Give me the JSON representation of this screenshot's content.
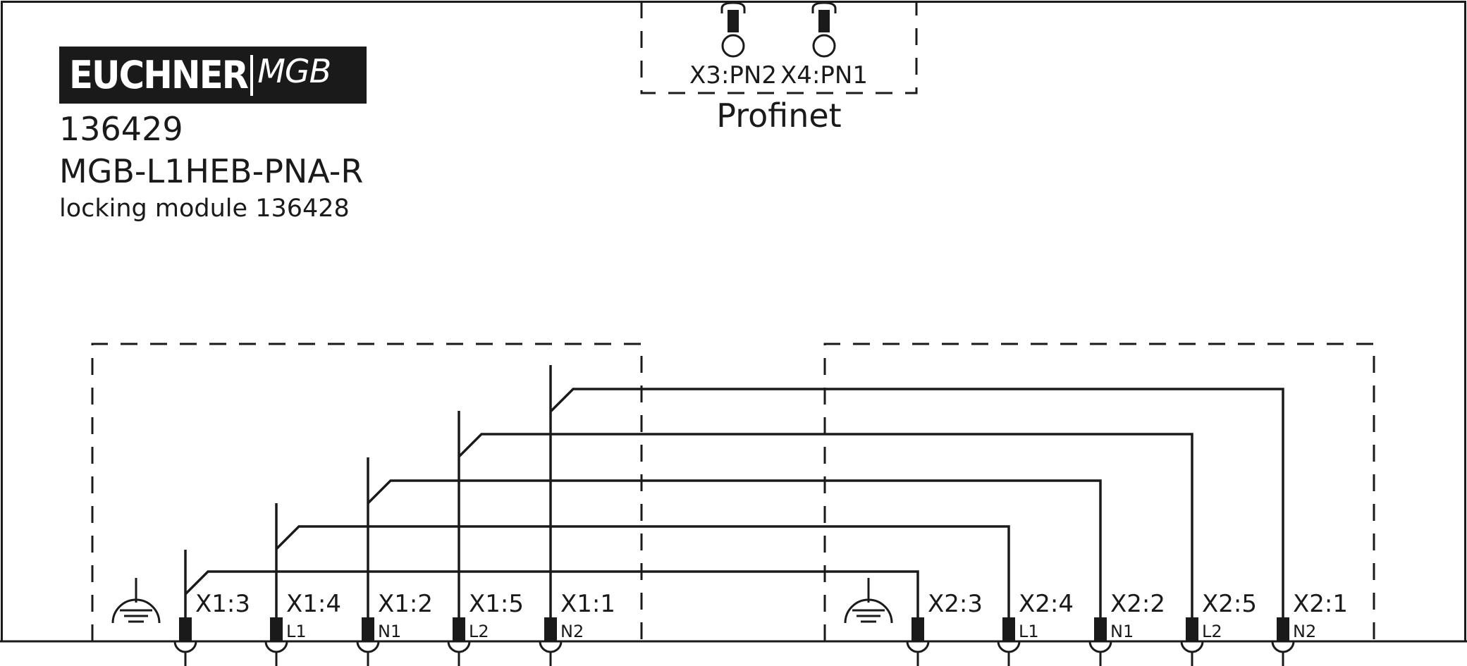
{
  "brand": {
    "name": "EUCHNER",
    "product": "MGB"
  },
  "device": {
    "part_number": "136429",
    "model": "MGB-L1HEB-PNA-R",
    "note": "locking module 136428"
  },
  "profinet": {
    "label": "Profinet",
    "ports": [
      "X3:PN2",
      "X4:PN1"
    ]
  },
  "connector_x1": {
    "pins": [
      {
        "label": "X1:3",
        "sub": ""
      },
      {
        "label": "X1:4",
        "sub": "L1"
      },
      {
        "label": "X1:2",
        "sub": "N1"
      },
      {
        "label": "X1:5",
        "sub": "L2"
      },
      {
        "label": "X1:1",
        "sub": "N2"
      }
    ]
  },
  "connector_x2": {
    "pins": [
      {
        "label": "X2:3",
        "sub": ""
      },
      {
        "label": "X2:4",
        "sub": "L1"
      },
      {
        "label": "X2:2",
        "sub": "N1"
      },
      {
        "label": "X2:5",
        "sub": "L2"
      },
      {
        "label": "X2:1",
        "sub": "N2"
      }
    ]
  },
  "colors": {
    "line": "#1a1a1a",
    "background": "#ffffff"
  }
}
